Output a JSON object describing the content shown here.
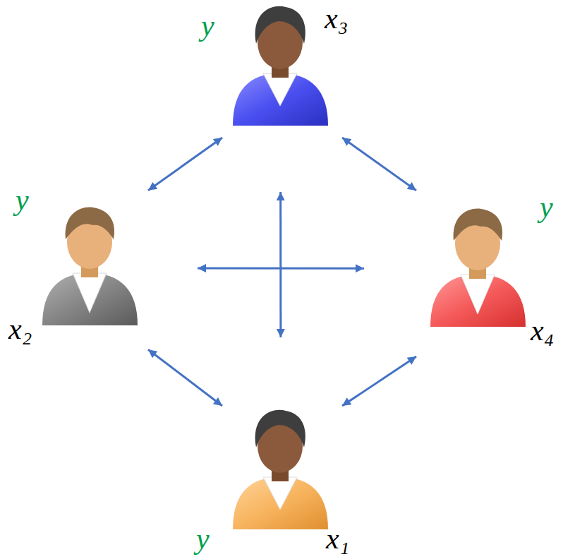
{
  "diagram": {
    "nodes": [
      {
        "text": [
          "y",
          "x₃"
        ]
      },
      {
        "text": [
          "y",
          "x₂"
        ]
      },
      {
        "text": [
          "y",
          "x₄"
        ]
      },
      {
        "text": [
          "y",
          "x₁"
        ]
      }
    ],
    "edges": [
      {
        "from": 0,
        "to": 1,
        "arrow": "both"
      },
      {
        "from": 0,
        "to": 2,
        "arrow": "both"
      },
      {
        "from": 1,
        "to": 3,
        "arrow": "both"
      },
      {
        "from": 2,
        "to": 3,
        "arrow": "both"
      },
      {
        "from": 1,
        "to": 2,
        "arrow": "both"
      },
      {
        "from": 0,
        "to": 3,
        "arrow": "both"
      }
    ]
  }
}
